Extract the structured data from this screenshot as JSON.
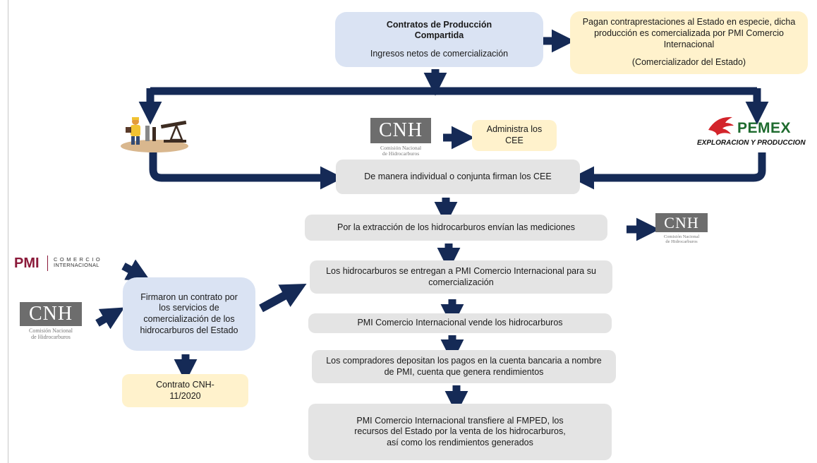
{
  "top": {
    "cpc_title": "Contratos de Producción Compartida",
    "cpc_sub": "Ingresos netos de comercialización",
    "pago_text": "Pagan contraprestaciones al Estado en especie, dicha producción es comercializada por PMI Comercio Internacional",
    "pago_sub": "(Comercializador del Estado)"
  },
  "middle": {
    "administra": "Administra los CEE",
    "firman": "De manera individual o conjunta firman los CEE"
  },
  "steps": [
    "Por la extracción de los hidrocarburos envían las mediciones",
    "Los hidrocarburos se entregan a PMI Comercio Internacional para su comercialización",
    "PMI Comercio Internacional vende los hidrocarburos",
    "Los compradores depositan los pagos en la cuenta bancaria a nombre de PMI, cuenta que genera rendimientos",
    "PMI Comercio Internacional transfiere al FMPED, los recursos del Estado por la venta de los hidrocarburos, así como los rendimientos generados"
  ],
  "left": {
    "firmaron": "Firmaron un contrato por los servicios de comercialización de los hidrocarburos del Estado",
    "contrato": "Contrato CNH-11/2020"
  },
  "logos": {
    "cnh_mark": "CNH",
    "cnh_sub_line1": "Comisión Nacional",
    "cnh_sub_line2": "de Hidrocarburos",
    "pemex_word": "PEMEX",
    "pemex_sub": "EXPLORACION Y PRODUCCION",
    "pmi_word": "PMI",
    "pmi_sub_line1": "COMERCIO",
    "pmi_sub_line2": "INTERNACIONAL"
  },
  "colors": {
    "arrow": "#152a56",
    "blue_box": "#dae3f3",
    "yellow_box": "#fff2cc",
    "gray_box": "#e4e4e4",
    "pemex_green": "#1e6b2e",
    "pemex_red": "#d3242b",
    "pmi_maroon": "#8b1a3a"
  }
}
